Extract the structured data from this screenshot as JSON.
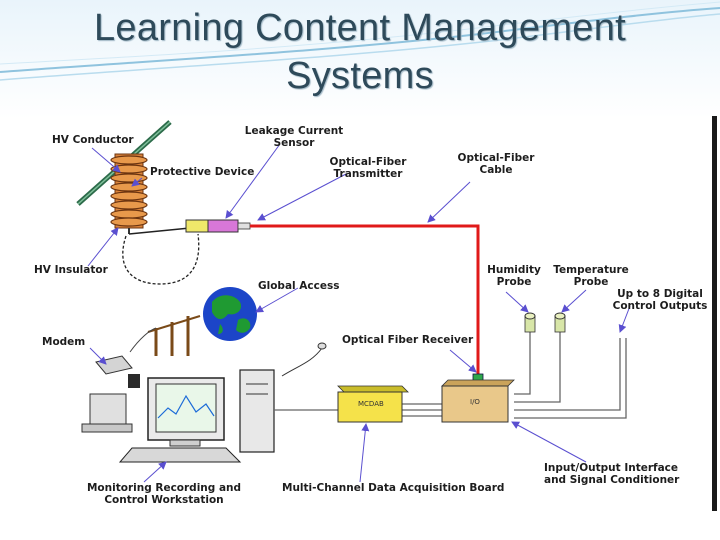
{
  "slide": {
    "title_line1": "Learning Content Management",
    "title_line2": "Systems"
  },
  "diagram": {
    "labels": {
      "hv_conductor": "HV Conductor",
      "leakage_current_sensor_1": "Leakage Current",
      "leakage_current_sensor_2": "Sensor",
      "protective_device": "Protective Device",
      "optical_fiber_transmitter_1": "Optical-Fiber",
      "optical_fiber_transmitter_2": "Transmitter",
      "optical_fiber_cable_1": "Optical-Fiber",
      "optical_fiber_cable_2": "Cable",
      "hv_insulator": "HV Insulator",
      "global_access": "Global Access",
      "humidity_probe_1": "Humidity",
      "humidity_probe_2": "Probe",
      "temperature_probe_1": "Temperature",
      "temperature_probe_2": "Probe",
      "digital_outputs_1": "Up to 8 Digital",
      "digital_outputs_2": "Control Outputs",
      "modem": "Modem",
      "optical_fiber_receiver": "Optical Fiber Receiver",
      "monitoring_1": "Monitoring Recording and",
      "monitoring_2": "Control Workstation",
      "mcdab_board": "Multi-Channel Data Acquisition Board",
      "io_interface_1": "Input/Output Interface",
      "io_interface_2": "and Signal Conditioner"
    },
    "box_text": {
      "mcdab": "MCDAB",
      "io": "I/O"
    },
    "colors": {
      "fiber_red": "#e01a1a",
      "arrow_purple": "#5a4fd0",
      "board_yellow": "#f5e24a",
      "io_tan": "#e9c88a",
      "insulator_orange": "#c8752a",
      "globe_blue": "#1c45c8",
      "globe_green": "#1f9a32"
    }
  }
}
